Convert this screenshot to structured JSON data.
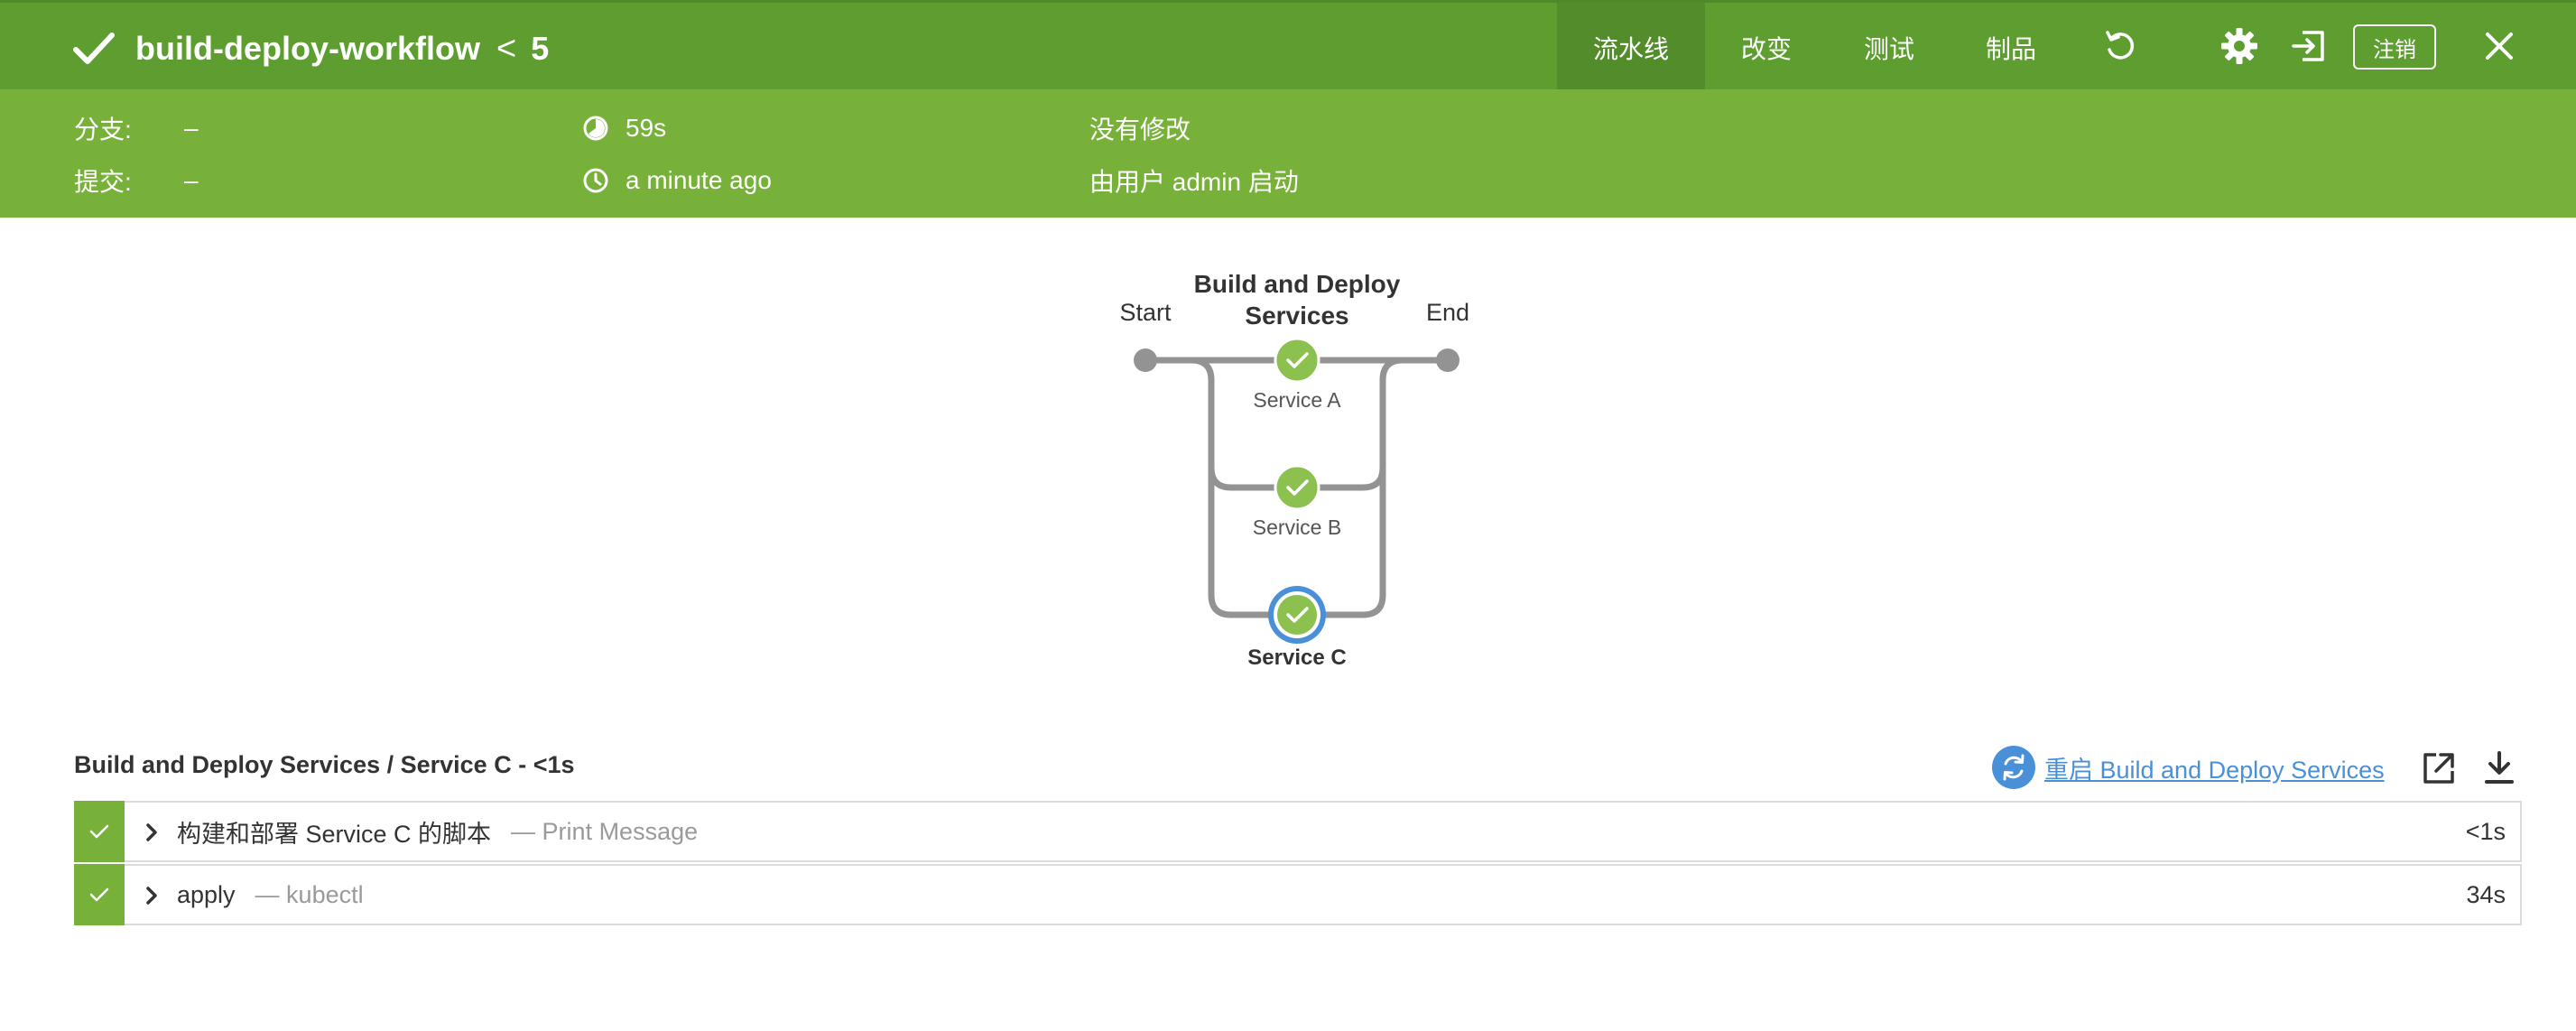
{
  "header": {
    "run_name": "build-deploy-workflow",
    "chevron": "<",
    "run_number": "5",
    "status_icon": "check-icon",
    "tabs": [
      {
        "label": "流水线",
        "active": true
      },
      {
        "label": "改变",
        "active": false
      },
      {
        "label": "测试",
        "active": false
      },
      {
        "label": "制品",
        "active": false
      }
    ],
    "icons": [
      "replay-icon",
      "settings-icon",
      "exit-icon",
      "close-icon"
    ],
    "logout_label": "注销"
  },
  "summary": {
    "branch_label": "分支:",
    "branch_value": "–",
    "commit_label": "提交:",
    "commit_value": "–",
    "duration": "59s",
    "started": "a minute ago",
    "changes": "没有修改",
    "started_by": "由用户 admin 启动"
  },
  "graph": {
    "start_label": "Start",
    "end_label": "End",
    "stage_title_line1": "Build and Deploy",
    "stage_title_line2": "Services",
    "nodes": [
      {
        "label": "Service A",
        "status": "success",
        "selected": false
      },
      {
        "label": "Service B",
        "status": "success",
        "selected": false
      },
      {
        "label": "Service C",
        "status": "success",
        "selected": true
      }
    ]
  },
  "log": {
    "title": "Build and Deploy Services / Service C - <1s",
    "restart_label": "重启 Build and Deploy Services",
    "steps": [
      {
        "name": "构建和部署 Service C 的脚本",
        "desc": "— Print Message",
        "duration": "<1s",
        "status": "success"
      },
      {
        "name": "apply",
        "desc": "— kubectl",
        "duration": "34s",
        "status": "success"
      }
    ]
  },
  "colors": {
    "topbar": "#5e9e30",
    "summary": "#78b13a",
    "success": "#8cc04f",
    "selected_ring": "#4a90d9",
    "link": "#4a90d9",
    "graph_line": "#949393"
  }
}
